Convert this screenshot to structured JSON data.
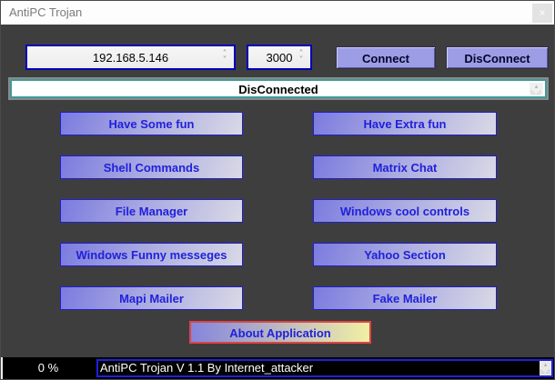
{
  "window": {
    "title": "AntiPC Trojan"
  },
  "icons": {
    "close": "×",
    "spin_up": "˄",
    "spin_down": "˅",
    "scroll_up": "▴",
    "scroll_down_left": "◺",
    "scroll_down_right": "◿"
  },
  "connection": {
    "ip_value": "192.168.5.146",
    "port_value": "3000",
    "connect_label": "Connect",
    "disconnect_label": "DisConnect",
    "status_text": "DisConnected"
  },
  "feature_buttons": {
    "left": [
      "Have Some fun",
      "Shell Commands",
      "File Manager",
      "Windows Funny messeges",
      "Mapi Mailer"
    ],
    "right": [
      "Have Extra fun",
      "Matrix Chat",
      "Windows cool controls",
      "Yahoo Section",
      "Fake Mailer"
    ]
  },
  "about": {
    "label": "About Application"
  },
  "statusbar": {
    "progress": "0 %",
    "info_text": "AntiPC Trojan V 1.1 By Internet_attacker"
  },
  "colors": {
    "window_body": "#3e3e3e",
    "titlebar_bg": "#fdfdfd",
    "accent_blue": "#0000bb",
    "button_lavender": "#9d9de6",
    "grid_gradient_start": "#7b7bdf",
    "grid_gradient_end": "#d9d9e6",
    "grid_text_blue": "#2121dc",
    "status_border_teal": "#3d9a9a",
    "about_border_red": "#e04444",
    "about_gradient_end": "#f2efa4",
    "statusbar_bg": "#000000"
  }
}
